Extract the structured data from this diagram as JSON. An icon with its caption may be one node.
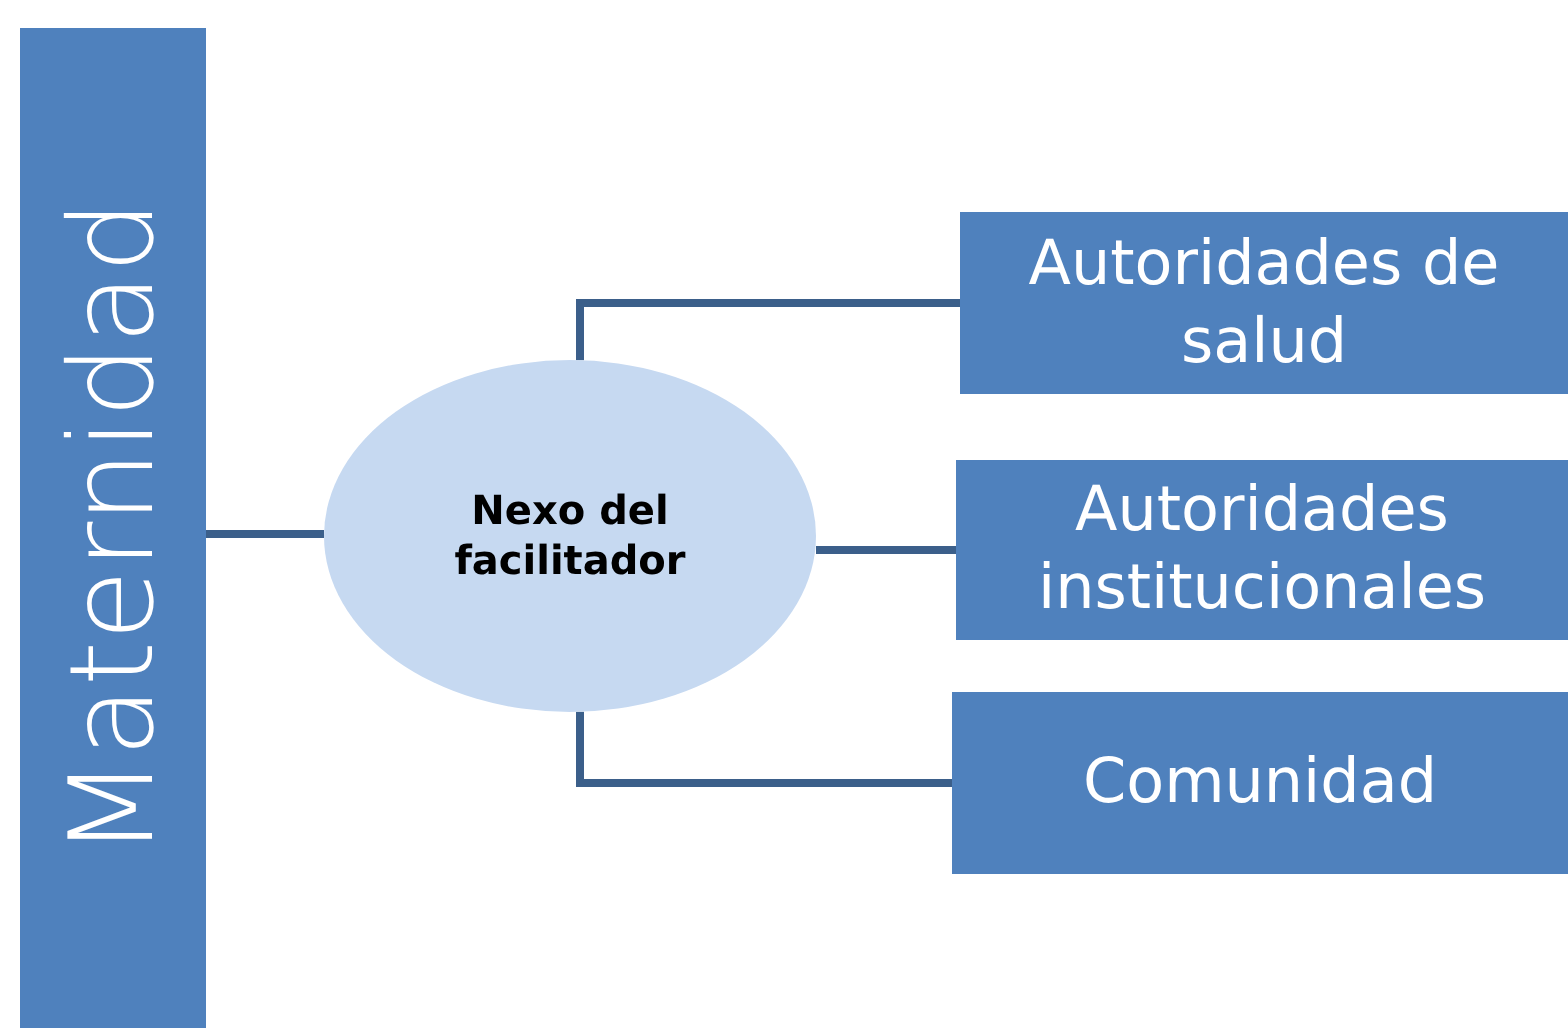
{
  "diagram": {
    "nodes": [
      {
        "text": [
          "Maternidad"
        ]
      },
      {
        "text": [
          "Nexo del facilitador"
        ]
      },
      {
        "text": [
          "Autoridades de salud"
        ]
      },
      {
        "text": [
          "Autoridades institucionales"
        ]
      },
      {
        "text": [
          "Comunidad"
        ]
      }
    ],
    "edges": [
      {
        "from": 0,
        "to": 1,
        "arrow": "none"
      },
      {
        "from": 1,
        "to": 2,
        "arrow": "none"
      },
      {
        "from": 1,
        "to": 3,
        "arrow": "none"
      },
      {
        "from": 1,
        "to": 4,
        "arrow": "none"
      }
    ]
  }
}
